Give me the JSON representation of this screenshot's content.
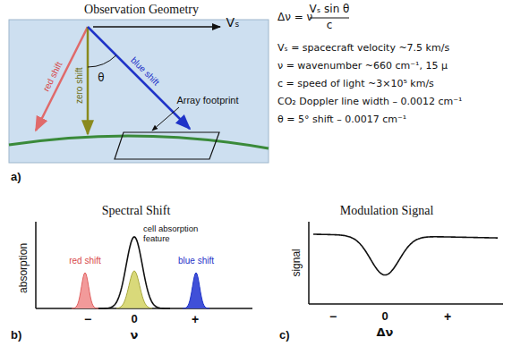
{
  "diagram": {
    "labels": [
      "Observation Geometry",
      "Vₛ",
      "red shift",
      "zero shift",
      "blue shift",
      "θ",
      "Array footprint",
      "Δν = ν",
      "Vₛ sin θ",
      "c",
      "Vₛ = spacecraft velocity ~7.5 km/s",
      "ν = wavenumber ~660 cm⁻¹, 15 μ",
      "c = speed of light ~3×10⁵ km/s",
      "CO₂ Doppler line width – 0.0012 cm⁻¹",
      "θ = 5° shift – 0.0017 cm⁻¹",
      "a)",
      "Spectral Shift",
      "absorption",
      "cell absorption feature",
      "red shift",
      "blue shift",
      "−",
      "0",
      "+",
      "ν",
      "b)",
      "Modulation Signal",
      "signal",
      "−",
      "0",
      "+",
      "Δν",
      "c)"
    ]
  }
}
